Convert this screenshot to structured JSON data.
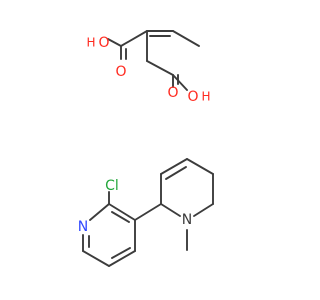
{
  "molecule": {
    "acid": {
      "o_top_left": "O",
      "h_top_left": "H",
      "o_carbonyl_left": "O",
      "o_carbonyl_right": "O",
      "o_bottom_right": "O",
      "h_bottom_right": "H"
    },
    "base": {
      "cl": "Cl",
      "n_pyridine": "N",
      "n_ring": "N"
    }
  },
  "colors": {
    "bond": "#3c3c3c",
    "oxygen": "#ff2a1f",
    "nitrogen": "#3048ff",
    "chlorine": "#22a63a"
  }
}
